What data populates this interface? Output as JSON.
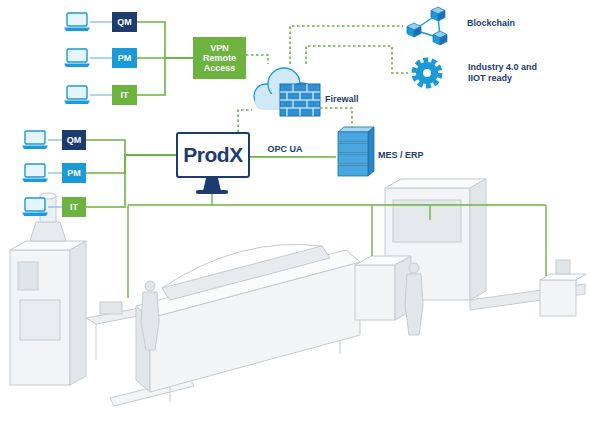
{
  "diagram": {
    "nodes": [
      {
        "text": [
          "QM"
        ]
      },
      {
        "text": [
          "PM"
        ]
      },
      {
        "text": [
          "IT"
        ]
      },
      {
        "text": [
          "VPN Remote Access"
        ]
      },
      {
        "text": [
          "Firewall"
        ]
      },
      {
        "text": [
          "Blockchain"
        ]
      },
      {
        "text": [
          "Industry 4.0 and IIOT ready"
        ]
      },
      {
        "text": [
          "ProdX"
        ]
      },
      {
        "text": [
          "MES / ERP"
        ]
      },
      {
        "text": [
          "QM"
        ]
      },
      {
        "text": [
          "PM"
        ]
      },
      {
        "text": [
          "IT"
        ]
      }
    ],
    "edges": [
      {
        "from": 0,
        "to": 3,
        "arrow": "none"
      },
      {
        "from": 1,
        "to": 3,
        "arrow": "none"
      },
      {
        "from": 2,
        "to": 3,
        "arrow": "none"
      },
      {
        "from": 3,
        "to": 4,
        "arrow": "none"
      },
      {
        "from": 4,
        "to": 5,
        "arrow": "none"
      },
      {
        "from": 4,
        "to": 6,
        "arrow": "none"
      },
      {
        "from": 7,
        "to": 4,
        "arrow": "none"
      },
      {
        "from": 4,
        "to": 8,
        "arrow": "none"
      },
      {
        "from": 7,
        "to": 8,
        "label": "OPC UA",
        "arrow": "none"
      },
      {
        "from": 9,
        "to": 7,
        "arrow": "none"
      },
      {
        "from": 10,
        "to": 7,
        "arrow": "none"
      },
      {
        "from": 11,
        "to": 7,
        "arrow": "none"
      }
    ]
  }
}
